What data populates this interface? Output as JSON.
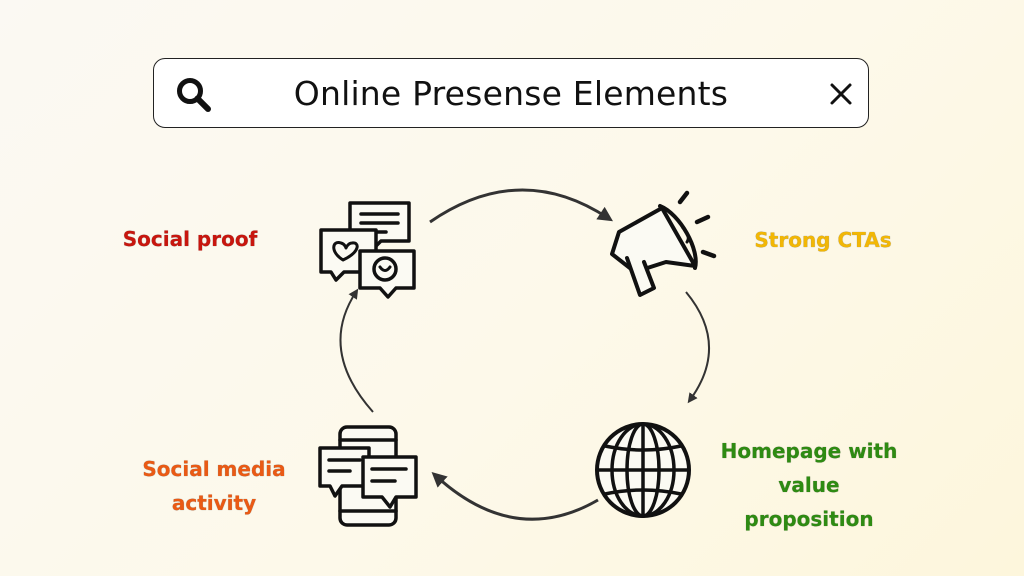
{
  "search": {
    "query": "Online Presense Elements",
    "search_icon": "search-icon",
    "close_icon": "close-icon"
  },
  "nodes": [
    {
      "label": "Social proof",
      "icon": "chat-bubbles-icon",
      "color": "#c8160e"
    },
    {
      "label": "Strong CTAs",
      "icon": "megaphone-icon",
      "color": "#f2b705"
    },
    {
      "label": "Homepage with value proposition",
      "icon": "globe-icon",
      "color": "#2e8b12"
    },
    {
      "label": "Social media activity",
      "icon": "phone-chat-icon",
      "color": "#ea5a14"
    }
  ],
  "label_lines": {
    "social_proof": [
      "Social proof"
    ],
    "ctas": [
      "Strong CTAs"
    ],
    "homepage": [
      "Homepage with",
      "value",
      "proposition"
    ],
    "social_media": [
      "Social media",
      "activity"
    ]
  },
  "cycle_arrows": "clockwise"
}
